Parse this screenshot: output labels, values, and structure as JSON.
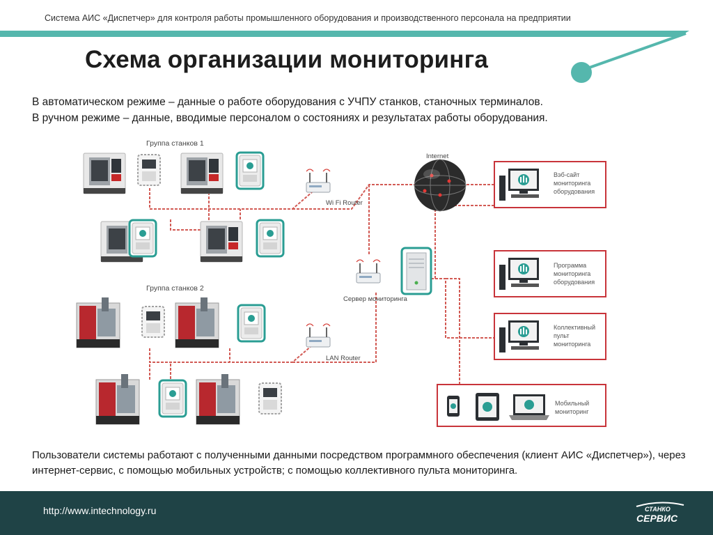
{
  "header": {
    "subtitle": "Система АИС «Диспетчер» для контроля работы промышленного оборудования и производственного персонала на предприятии"
  },
  "title": "Схема организации мониторинга",
  "intro": {
    "line1": "В автоматическом режиме – данные о работе оборудования с УЧПУ станков, станочных терминалов.",
    "line2": "В ручном режиме – данные, вводимые персоналом о состояниях и результатах работы оборудования."
  },
  "diagram": {
    "group1_label": "Группа станков 1",
    "group2_label": "Группа станков 2",
    "internet_label": "Internet",
    "wifi_router_label": "Wi Fi Router",
    "server_label": "Сервер мониторинга",
    "lan_router_label": "LAN Router",
    "clients": [
      {
        "lines": [
          "Вэб-сайт",
          "мониторинга",
          "оборудования"
        ]
      },
      {
        "lines": [
          "Программа",
          "мониторинга",
          "оборудования"
        ]
      },
      {
        "lines": [
          "Коллективный",
          "пульт",
          "мониторинга"
        ]
      },
      {
        "lines": [
          "Мобильный",
          "мониторинг"
        ]
      }
    ]
  },
  "outro": "Пользователи системы работают с полученными данными посредством программного обеспечения (клиент АИС «Диспетчер»), через интернет-сервис, с помощью мобильных устройств; с помощью коллективного пульта мониторинга.",
  "footer": {
    "url": "http://www.intechnology.ru",
    "logo_top": "СТАНКО",
    "logo_bottom": "СЕРВИС"
  },
  "colors": {
    "accent": "#55b7ad",
    "footer": "#1f4346",
    "client_border": "#c8343a",
    "link": "#d25a54",
    "terminal_frame": "#2a9d93",
    "machine_red": "#b8282e"
  }
}
